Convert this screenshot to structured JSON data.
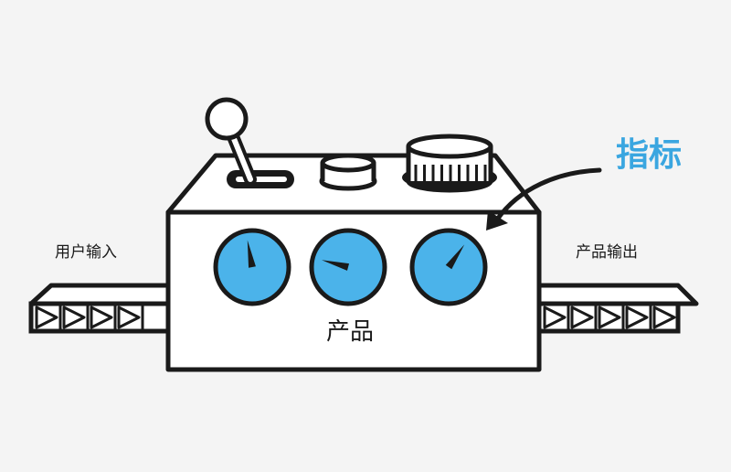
{
  "labels": {
    "input": "用户输入",
    "output": "产品输出",
    "product": "产品",
    "metrics": "指标"
  },
  "icons": {
    "lever": "lever-icon",
    "knob": "knob-icon",
    "dial_knob": "ridged-dial-icon",
    "gauge": "gauge-icon",
    "arrow": "curved-arrow-icon",
    "conveyor": "conveyor-belt-icon"
  },
  "gauges": [
    {
      "name": "gauge-1",
      "needle_angle_deg": -10
    },
    {
      "name": "gauge-2",
      "needle_angle_deg": -75
    },
    {
      "name": "gauge-3",
      "needle_angle_deg": 35
    }
  ],
  "colors": {
    "gauge_fill": "#4bb3ea",
    "accent_text": "#3aa6e0",
    "stroke": "#1a1a1a",
    "body_fill": "#ffffff",
    "background": "#f4f4f4"
  }
}
